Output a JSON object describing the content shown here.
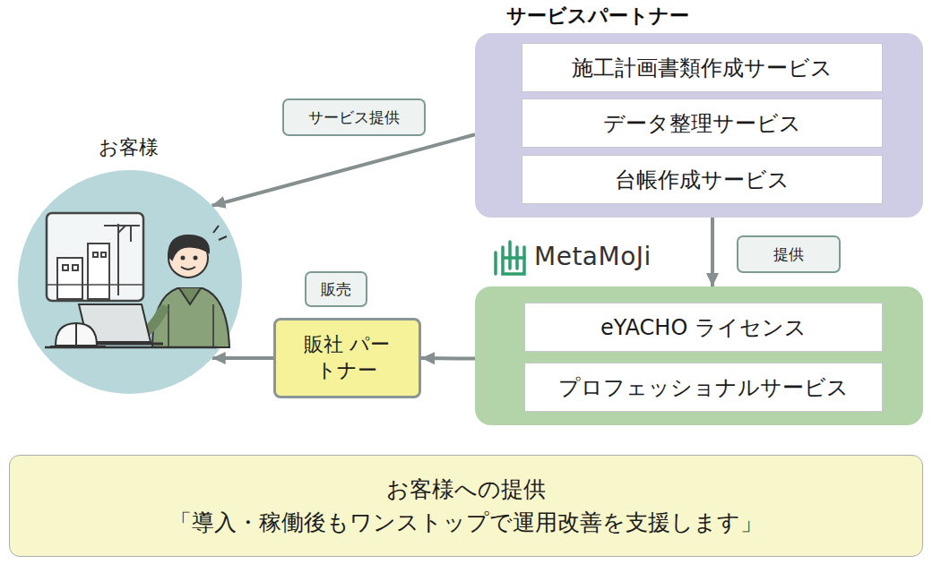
{
  "diagram": {
    "nodes": [
      {
        "text": [
          "サービスパートナー"
        ]
      },
      {
        "text": [
          "施工計画書類作成サービス"
        ],
        "in": 0
      },
      {
        "text": [
          "データ整理サービス"
        ],
        "in": 0
      },
      {
        "text": [
          "台帳作成サービス"
        ],
        "in": 0
      },
      {
        "text": [
          "MetaMoJi"
        ]
      },
      {
        "text": [
          "eYACHO ライセンス"
        ],
        "in": 4
      },
      {
        "text": [
          "プロフェッショナルサービス"
        ],
        "in": 4
      },
      {
        "text": [
          "販社 パートナー"
        ]
      },
      {
        "text": [
          "お客様"
        ]
      },
      {
        "text": [
          "お客様への提供",
          "「導入・稼働後もワンストップで運用改善を支援します」"
        ]
      }
    ],
    "edges": [
      {
        "from": 0,
        "to": 8,
        "label": "サービス提供",
        "arrow": "to"
      },
      {
        "from": 0,
        "to": 4,
        "label": "提供",
        "arrow": "to"
      },
      {
        "from": 4,
        "to": 7,
        "arrow": "to"
      },
      {
        "from": 7,
        "to": 8,
        "label": "販売",
        "arrow": "to"
      }
    ]
  }
}
